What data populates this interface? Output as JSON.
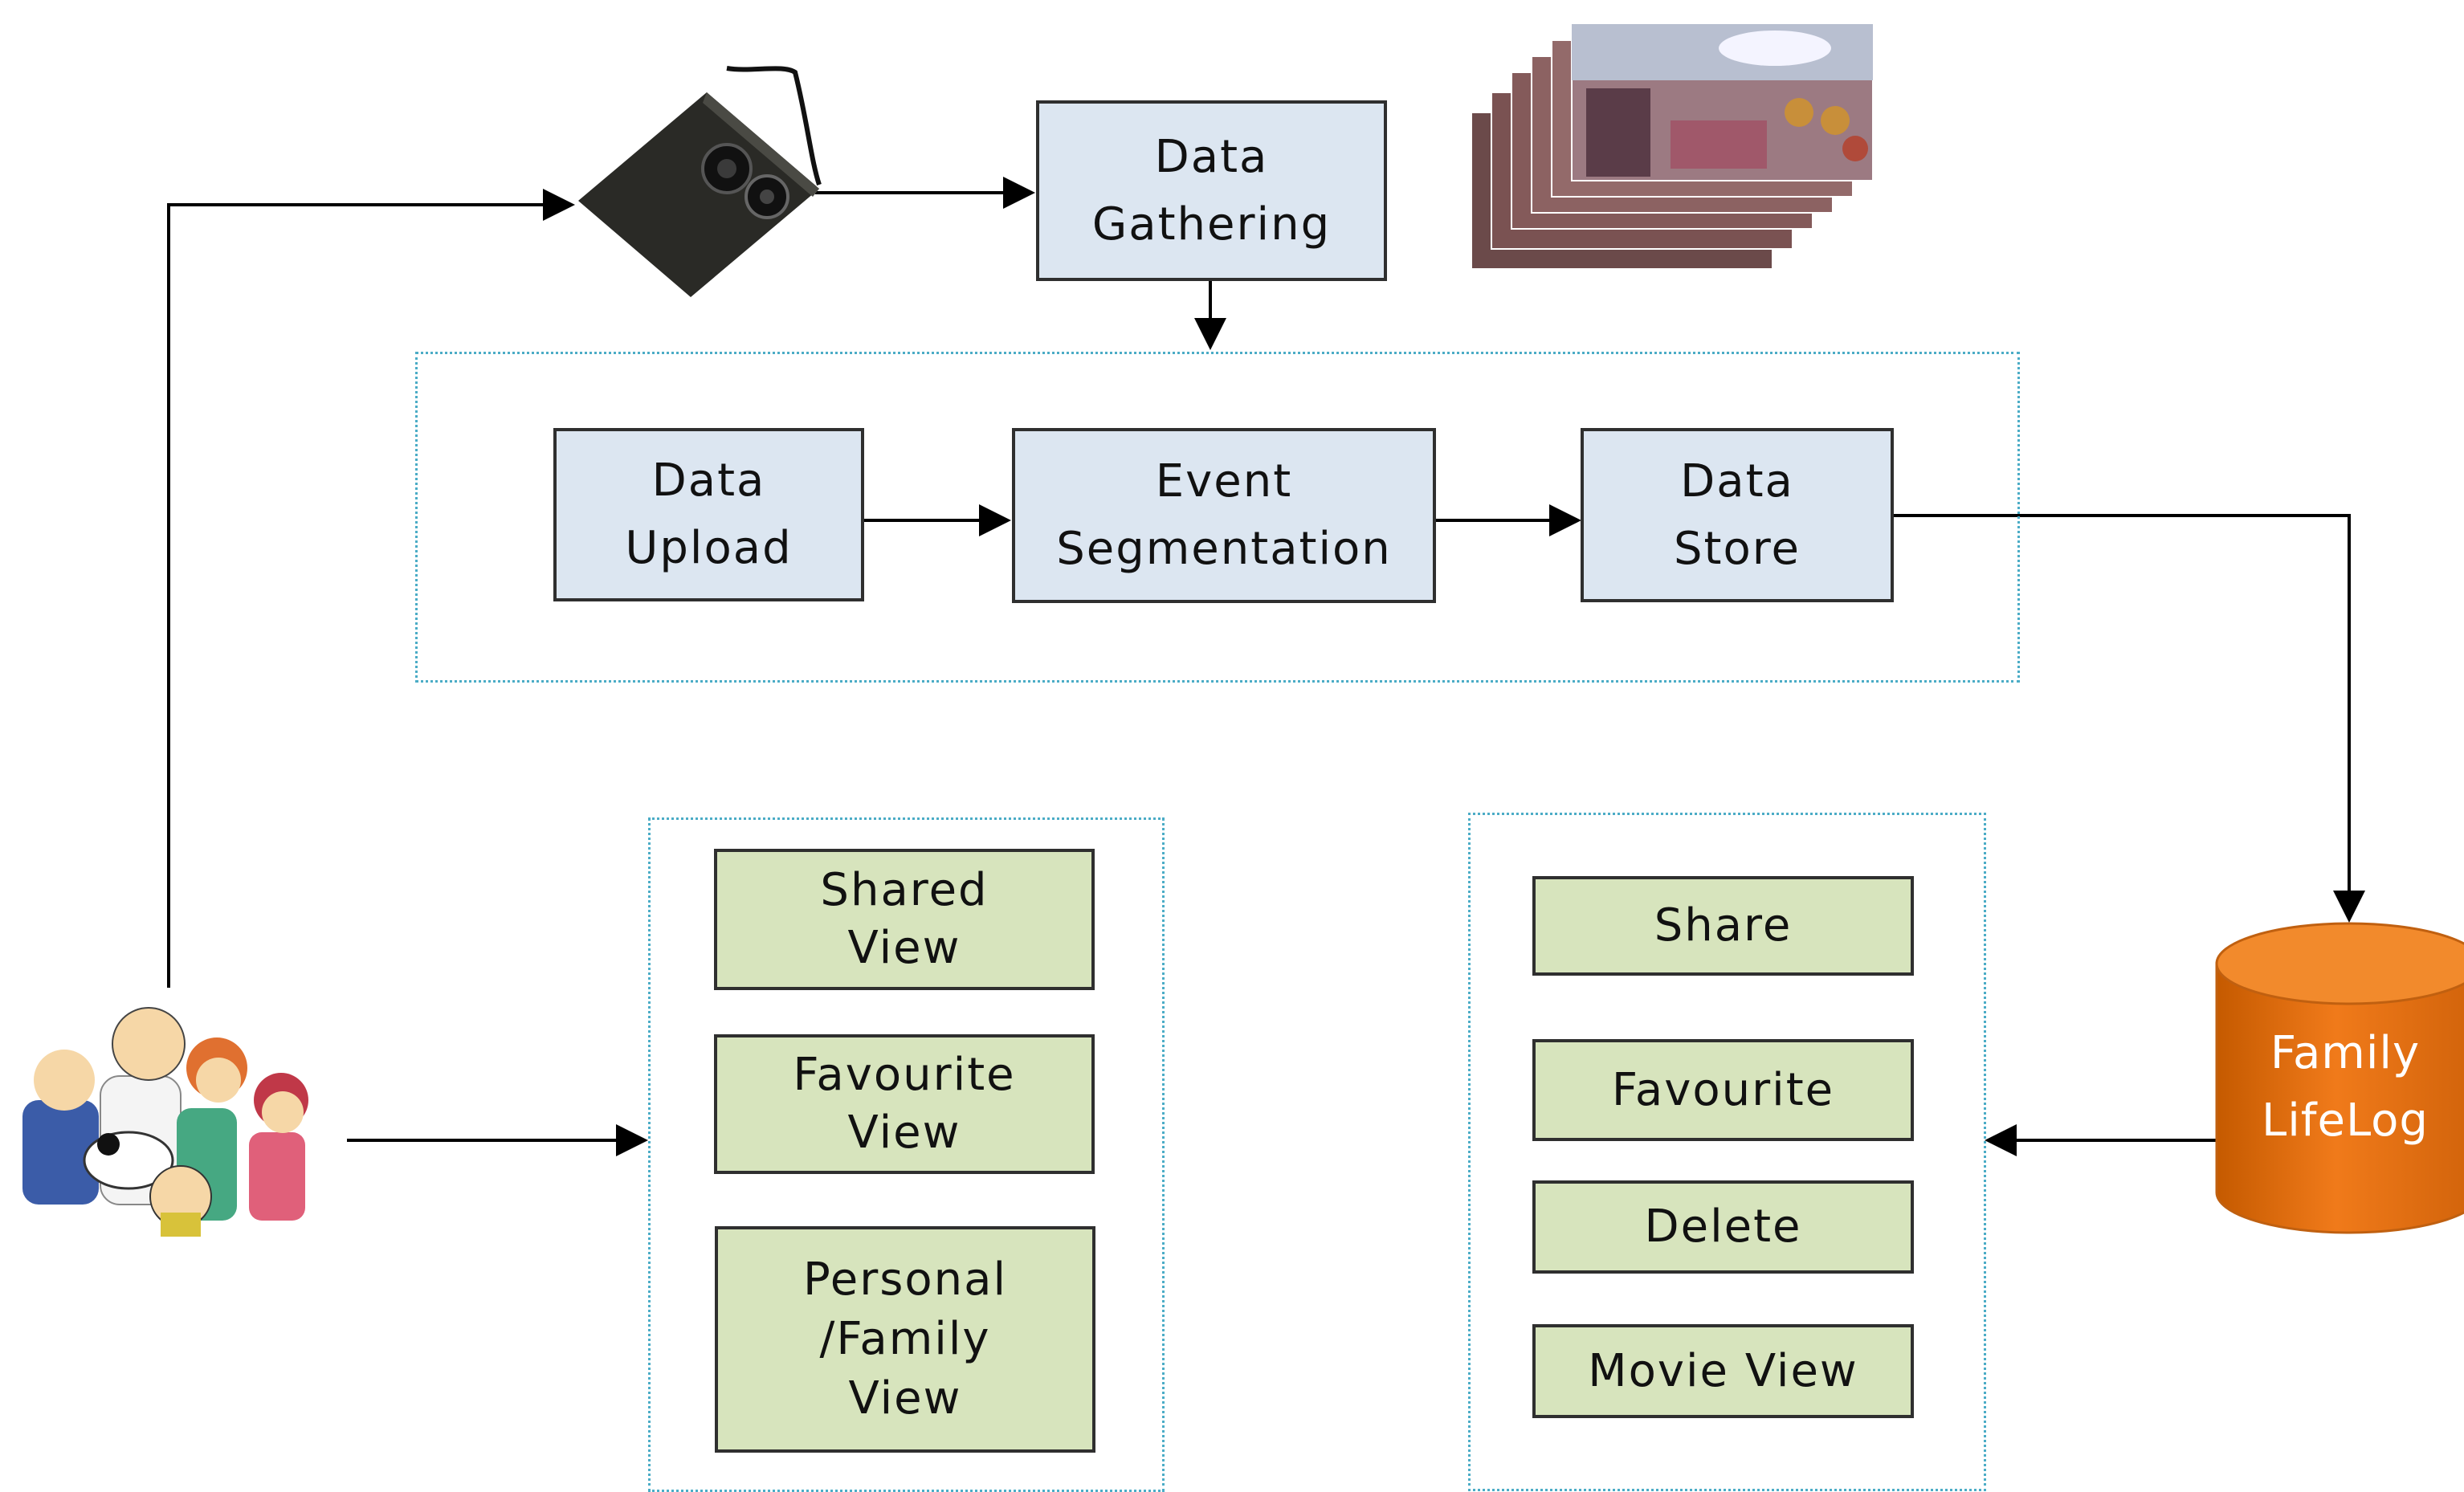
{
  "process": {
    "gathering": "Data\nGathering",
    "upload": "Data\nUpload",
    "segmentation": "Event\nSegmentation",
    "store": "Data\nStore"
  },
  "database": {
    "label": "Family\nLifeLog",
    "color": "#e36c09"
  },
  "views": [
    "Shared\nView",
    "Favourite\nView",
    "Personal\n/Family\nView"
  ],
  "actions": [
    "Share",
    "Favourite",
    "Delete",
    "Movie View"
  ],
  "icons": {
    "camera": "wearable-camera-icon",
    "images": "lifelog-image-stack-icon",
    "family": "family-cartoon-icon"
  },
  "colors": {
    "process_fill": "#dce6f1",
    "view_fill": "#d7e4bd",
    "group_border": "#4bacc6"
  }
}
